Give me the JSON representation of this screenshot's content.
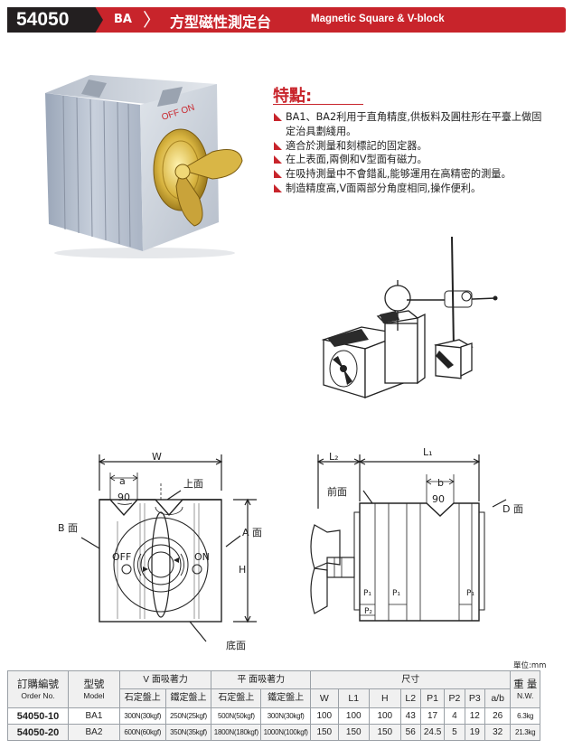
{
  "header": {
    "code": "54050",
    "model": "BA",
    "title_cn": "方型磁性測定台",
    "title_en": "Magnetic Square & V-block"
  },
  "product_photo": {
    "switch_text": "OFF ON"
  },
  "features": {
    "title": "特點:",
    "items": [
      "BA1、BA2利用于直角精度,供板料及圓柱形在平臺上做固定治具劃綫用。",
      "適合於測量和刻標記的固定器。",
      "在上表面,兩側和V型面有磁力。",
      "在吸持測量中不會錯亂,能够運用在高精密的測量。",
      "制造精度高,V面兩部分角度相同,操作便利。"
    ]
  },
  "front_drawing": {
    "w": "W",
    "a": "a",
    "angle": "90",
    "top_face": "上面",
    "b_face": "B 面",
    "a_face": "A 面",
    "off": "OFF",
    "on": "ON",
    "h": "H",
    "bottom_face": "底面"
  },
  "side_drawing": {
    "l2": "L₂",
    "l1": "L₁",
    "b": "b",
    "angle": "90",
    "front_face": "前面",
    "d_face": "D 面",
    "p1": "P₁",
    "p2": "P₂"
  },
  "table": {
    "unit": "單位:mm",
    "headers": {
      "order_cn": "訂購編號",
      "order_en": "Order No.",
      "model_cn": "型號",
      "model_en": "Model",
      "v_force": "V 面吸著力",
      "flat_force": "平 面吸著力",
      "stone": "石定盤上",
      "iron": "鐵定盤上",
      "dims": "尺寸",
      "weight_cn": "重 量",
      "weight_en": "N.W.",
      "cols": [
        "W",
        "L1",
        "H",
        "L2",
        "P1",
        "P2",
        "P3",
        "a/b"
      ]
    },
    "rows": [
      {
        "order": "54050-10",
        "model": "BA1",
        "v_stone": "300N(30kgf)",
        "v_iron": "250N(25kgf)",
        "f_stone": "500N(50kgf)",
        "f_iron": "300N(30kgf)",
        "w": "100",
        "l1": "100",
        "h": "100",
        "l2": "43",
        "p1": "17",
        "p2": "4",
        "p3": "12",
        "ab": "26",
        "nw": "6.3kg"
      },
      {
        "order": "54050-20",
        "model": "BA2",
        "v_stone": "600N(60kgf)",
        "v_iron": "350N(35kgf)",
        "f_stone": "1800N(180kgf)",
        "f_iron": "1000N(100kgf)",
        "w": "150",
        "l1": "150",
        "h": "150",
        "l2": "56",
        "p1": "24.5",
        "p2": "5",
        "p3": "19",
        "ab": "32",
        "nw": "21.3kg"
      }
    ]
  }
}
